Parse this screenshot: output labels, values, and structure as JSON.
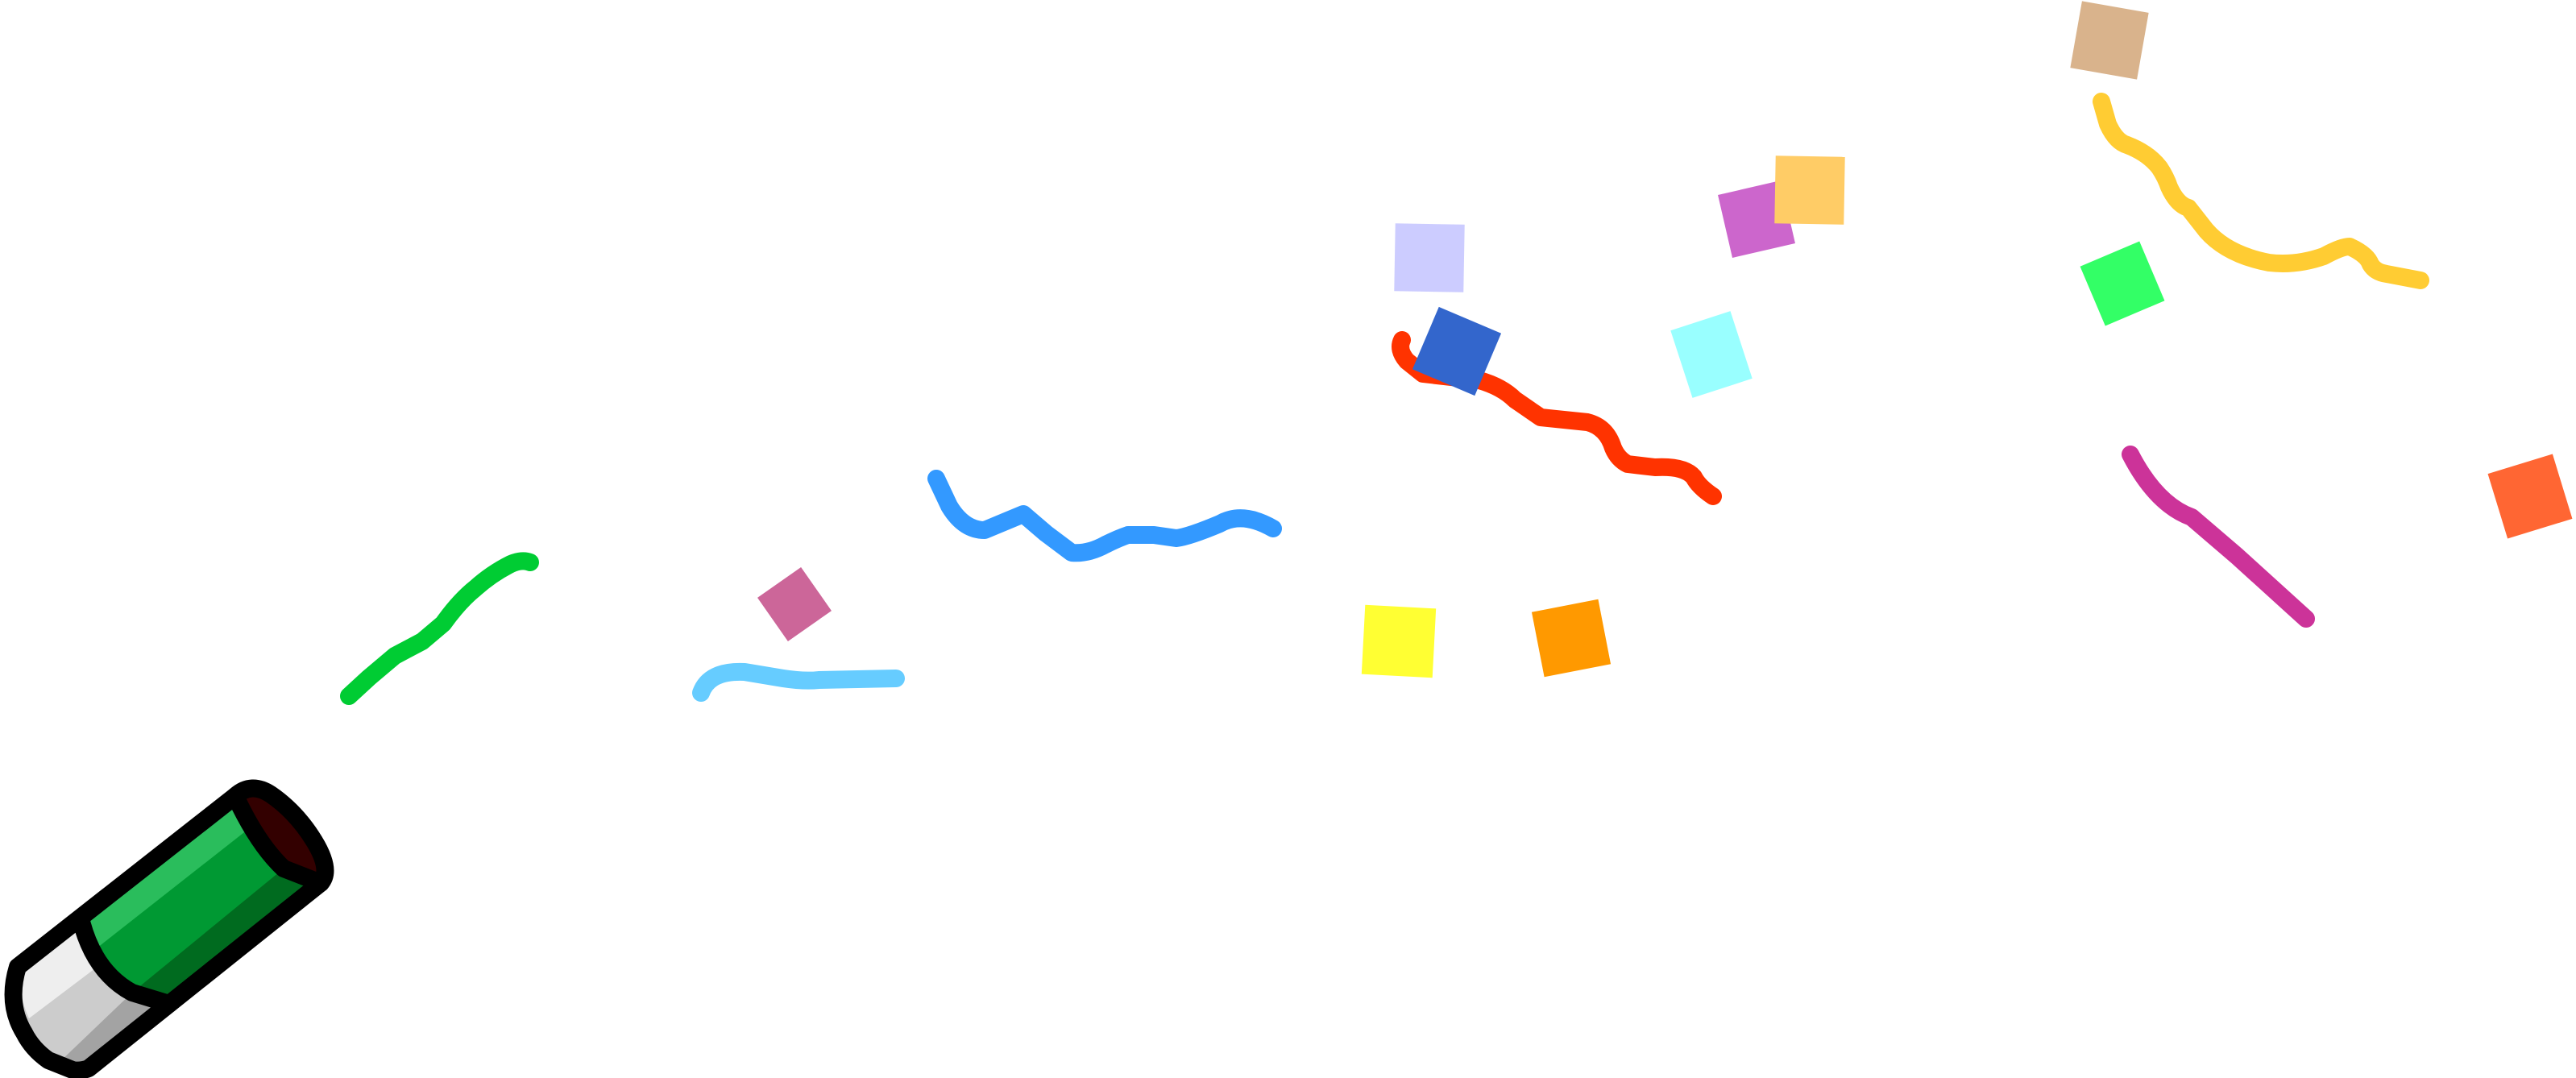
{
  "scene": {
    "background": "#ffffff",
    "outline_color": "#000000",
    "popper": {
      "icon": "party-popper-icon",
      "band_light": "#eeeeee",
      "band_mid": "#cccccc",
      "band_dark": "#a3a3a3",
      "body_light": "#2abd5c",
      "body_mid": "#009933",
      "body_dark": "#006b1f",
      "opening": "#330000"
    },
    "streamers": [
      {
        "name": "green-streamer",
        "color": "#00cc33"
      },
      {
        "name": "light-blue-streamer",
        "color": "#66ccff"
      },
      {
        "name": "blue-streamer",
        "color": "#3399ff"
      },
      {
        "name": "red-streamer",
        "color": "#ff3300"
      },
      {
        "name": "magenta-streamer",
        "color": "#cc3399"
      },
      {
        "name": "yellow-streamer",
        "color": "#ffcc33"
      }
    ],
    "confetti": [
      {
        "name": "pink-confetti",
        "color": "#cc6699"
      },
      {
        "name": "lavender-confetti",
        "color": "#ccccff"
      },
      {
        "name": "royal-blue-confetti",
        "color": "#3366cc"
      },
      {
        "name": "yellow-confetti",
        "color": "#ffff33"
      },
      {
        "name": "orange-confetti",
        "color": "#ff9900"
      },
      {
        "name": "aqua-confetti",
        "color": "#99ffff"
      },
      {
        "name": "violet-confetti",
        "color": "#cc66cc"
      },
      {
        "name": "light-orange-confetti",
        "color": "#ffcc66"
      },
      {
        "name": "tan-confetti",
        "color": "#d9b38c"
      },
      {
        "name": "bright-green-confetti",
        "color": "#33ff66"
      },
      {
        "name": "coral-confetti",
        "color": "#ff6633"
      }
    ]
  }
}
